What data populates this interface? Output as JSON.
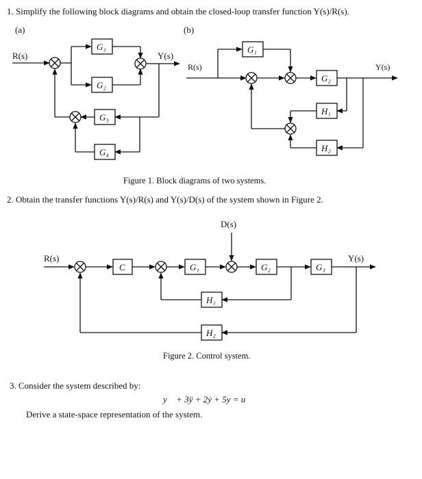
{
  "questions": {
    "q1": "1.  Simplify the following block diagrams and obtain the closed-loop transfer function Y(s)/R(s).",
    "q2": "2.  Obtain the transfer functions Y(s)/R(s) and Y(s)/D(s) of the system shown in Figure 2.",
    "q3": "3.  Consider the system described by:",
    "q3_equation": "y⃛ + 3ÿ + 2ẏ + 5y = u",
    "q3_task": "Derive a state-space representation of the system."
  },
  "figure1": {
    "label_a": "(a)",
    "label_b": "(b)",
    "caption": "Figure 1. Block diagrams of two systems.",
    "a": {
      "input": "R(s)",
      "output": "Y(s)",
      "blocks": [
        "G₁",
        "G₂",
        "G₃",
        "G₄"
      ]
    },
    "b": {
      "input": "R(s)",
      "output": "Y(s)",
      "blocks": [
        "G₁",
        "G₂",
        "H₁",
        "H₂"
      ]
    }
  },
  "figure2": {
    "caption": "Figure 2. Control system.",
    "input": "R(s)",
    "output": "Y(s)",
    "disturbance": "D(s)",
    "blocks": [
      "C",
      "G₁",
      "G₂",
      "G₃",
      "H₁",
      "H₂"
    ]
  }
}
